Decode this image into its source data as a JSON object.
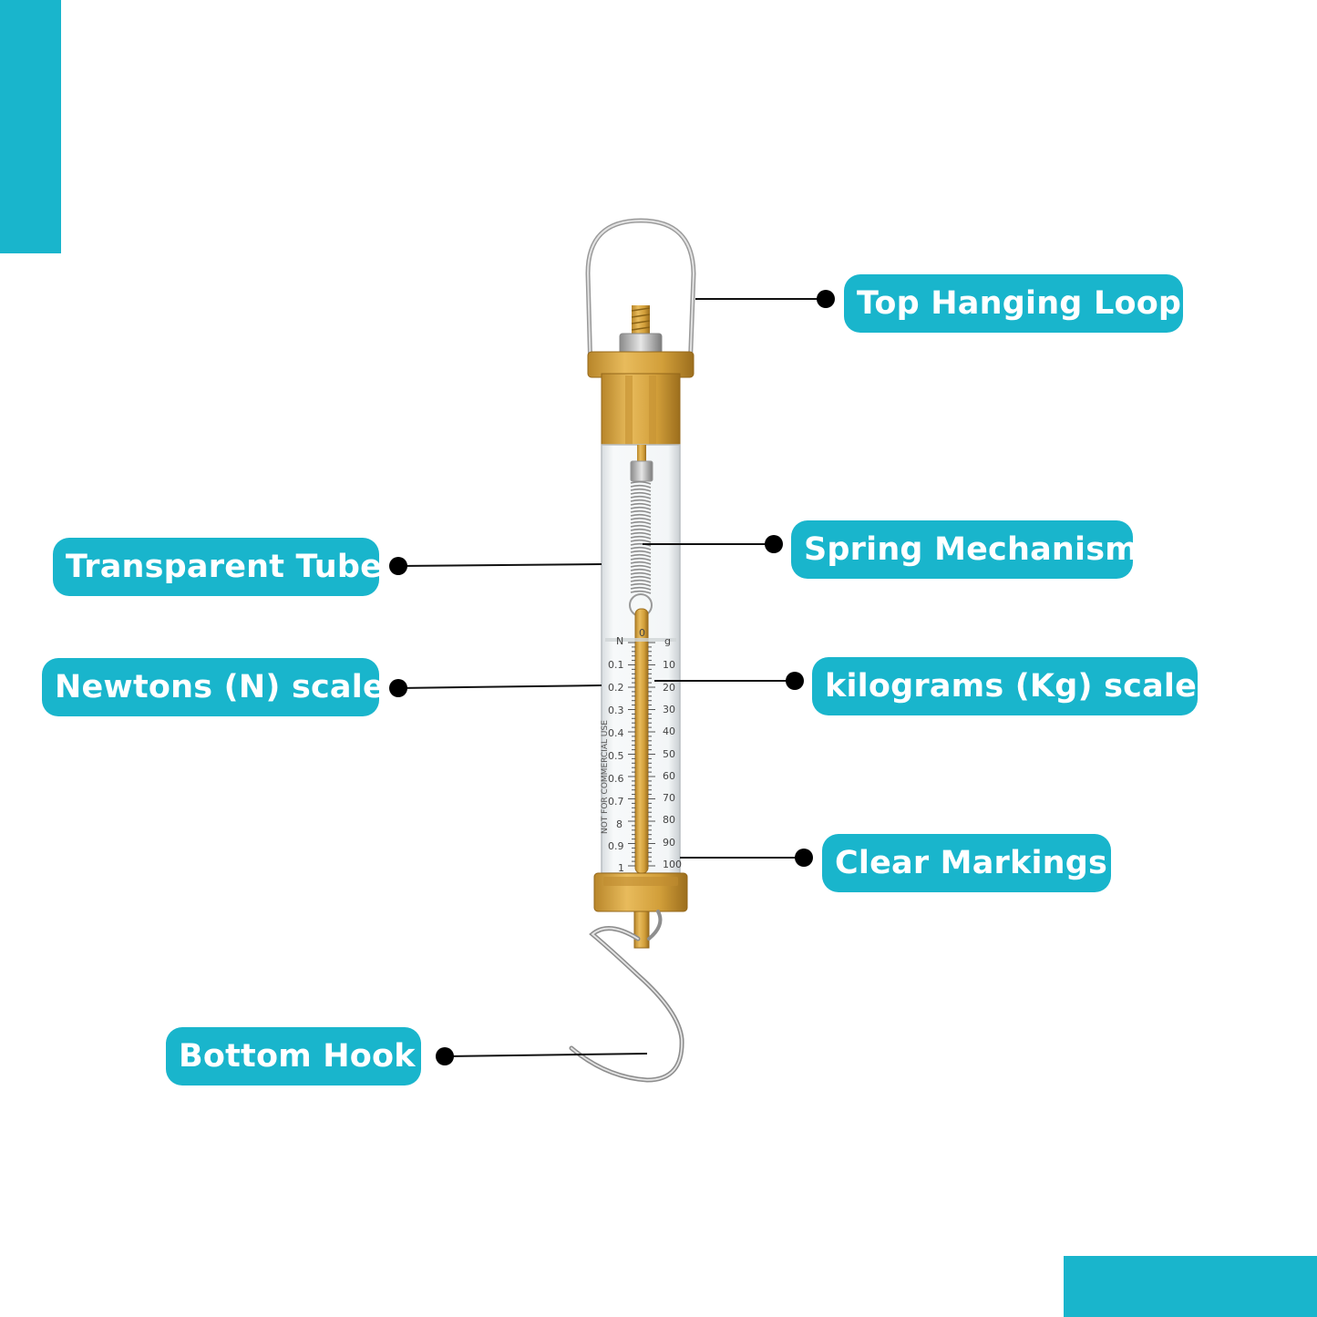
{
  "accent_color": "#19b5cc",
  "labels": {
    "top_loop": "Top Hanging Loop",
    "spring": "Spring Mechanism",
    "tube": "Transparent Tube",
    "newtons": "Newtons (N) scale",
    "kg": "kilograms (Kg) scale",
    "markings": "Clear Markings",
    "hook": "Bottom Hook"
  },
  "scale": {
    "n_header": "N",
    "zero": "0",
    "g_header": "g",
    "newtons": [
      "0.1",
      "0.2",
      "0.3",
      "0.4",
      "0.5",
      "0.6",
      "0.7",
      "8",
      "0.9",
      "1"
    ],
    "grams": [
      "10",
      "20",
      "30",
      "40",
      "50",
      "60",
      "70",
      "80",
      "90",
      "100"
    ],
    "vertical_text": "NOT FOR COMMERCIAL USE"
  }
}
